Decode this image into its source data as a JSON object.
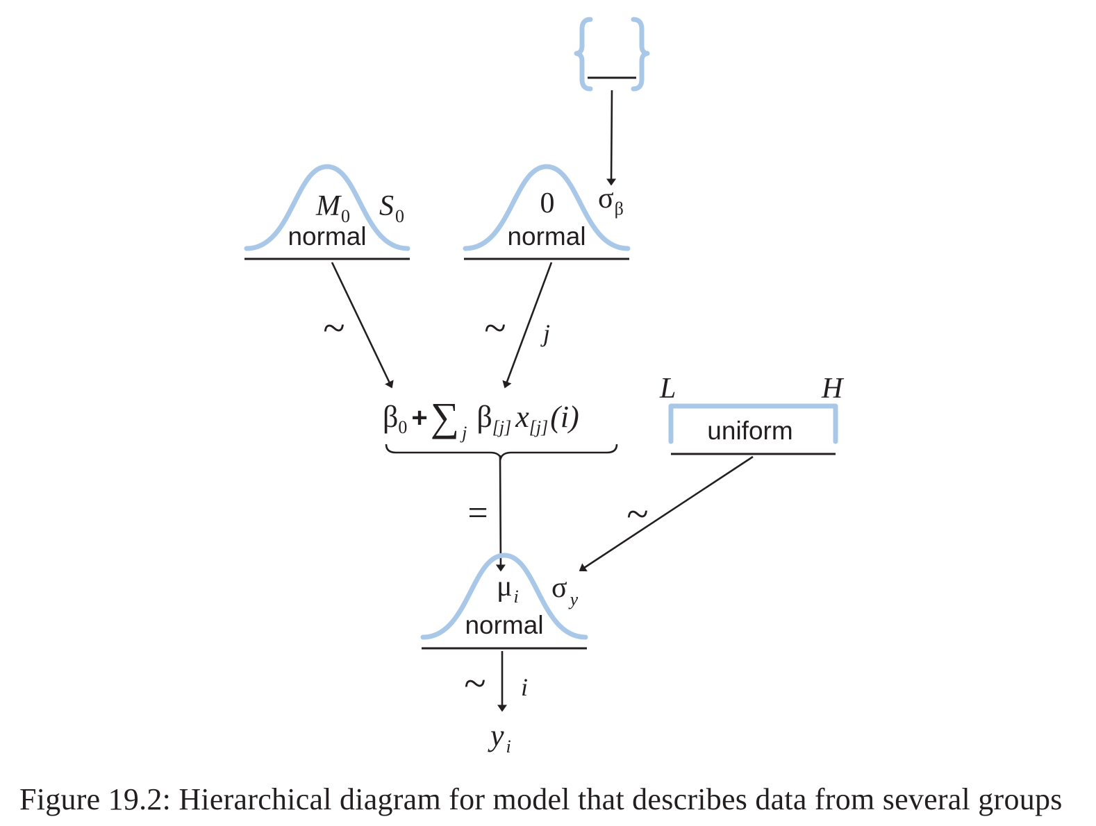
{
  "figure": {
    "caption": "Figure 19.2: Hierarchical diagram for model that describes data from several groups"
  },
  "colors": {
    "distribution_shape": "#a9c8e8",
    "ink": "#231f20"
  },
  "nodes": {
    "top_brace": {
      "shape": "curly-brace-blank"
    },
    "prior_beta0": {
      "distribution": "normal",
      "param1": "M",
      "param1_sub": "0",
      "param2": "S",
      "param2_sub": "0"
    },
    "prior_beta_j": {
      "distribution": "normal",
      "param1": "0",
      "param2": "σ",
      "param2_sub": "β"
    },
    "linear_predictor": {
      "beta0": "β",
      "beta0_sub": "0",
      "plus": "+",
      "sum": "∑",
      "sum_sub": "j",
      "beta": "β",
      "beta_sub": "[j]",
      "x": "x",
      "x_sub": "[j]",
      "arg": "(i)"
    },
    "prior_sigma_y": {
      "distribution": "uniform",
      "low": "L",
      "high": "H"
    },
    "likelihood": {
      "distribution": "normal",
      "param1": "μ",
      "param1_sub": "i",
      "param2": "σ",
      "param2_sub": "y"
    },
    "data": {
      "var": "y",
      "var_sub": "i"
    }
  },
  "edges": {
    "beta0_tilde": "~",
    "beta_j_tilde": "~",
    "beta_j_index": "j",
    "equals": "=",
    "sigma_tilde": "~",
    "y_tilde": "~",
    "y_index": "i"
  }
}
